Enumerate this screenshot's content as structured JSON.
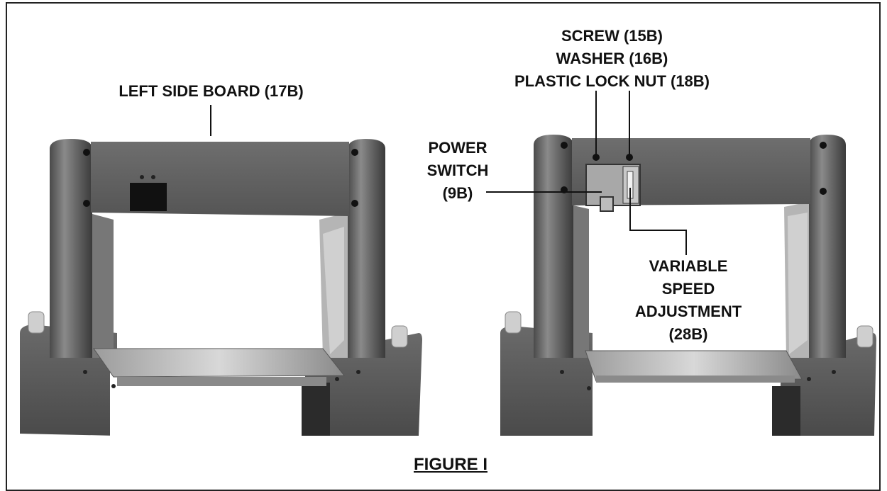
{
  "labels": {
    "left_side_board": "LEFT SIDE BOARD (17B)",
    "screw": "SCREW (15B)",
    "washer": "WASHER (16B)",
    "lock_nut": "PLASTIC LOCK NUT (18B)",
    "power_switch_line1": "POWER",
    "power_switch_line2": "SWITCH",
    "power_switch_line3": "(9B)",
    "variable_line1": "VARIABLE",
    "variable_line2": "SPEED",
    "variable_line3": "ADJUSTMENT",
    "variable_line4": "(28B)"
  },
  "caption": "FIGURE I",
  "colors": {
    "frame_dark": "#3c3c3c",
    "frame_mid": "#6b6b6b",
    "frame_light": "#9a9a9a",
    "leader_line": "#111111"
  }
}
